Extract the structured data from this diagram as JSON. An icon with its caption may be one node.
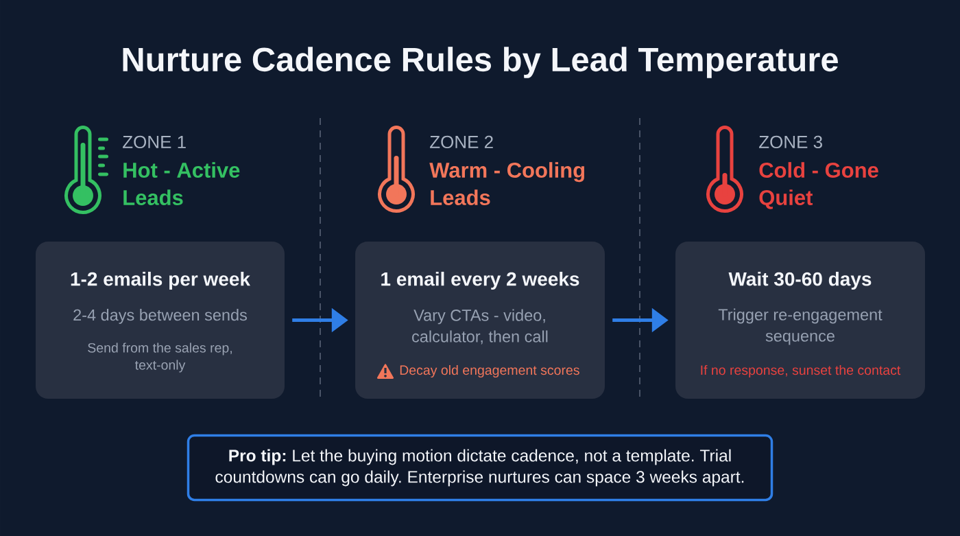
{
  "diagram": {
    "title": "Nurture Cadence Rules by Lead Temperature",
    "nodes": [
      {
        "text": [
          "1-2 emails per week",
          "2-4 days between sends",
          "Send from the sales rep, text-only"
        ]
      },
      {
        "text": [
          "1 email every 2 weeks",
          "Vary CTAs - video, calculator, then call",
          "Decay old engagement scores"
        ]
      },
      {
        "text": [
          "Wait 30-60 days",
          "Trigger re-engagement sequence",
          "If no response, sunset the contact"
        ]
      },
      {
        "text": [
          "**Pro tip:** Let the buying motion dictate cadence, not a template. Trial countdowns can go daily. Enterprise nurtures can space 3 weeks apart."
        ]
      }
    ],
    "edges": [
      {
        "from": 0,
        "to": 1,
        "arrow": "to"
      },
      {
        "from": 1,
        "to": 2,
        "arrow": "to"
      }
    ],
    "labels": [
      "ZONE 1",
      "Hot - Active Leads",
      "ZONE 2",
      "Warm - Cooling Leads",
      "ZONE 3",
      "Cold - Gone Quiet"
    ]
  }
}
